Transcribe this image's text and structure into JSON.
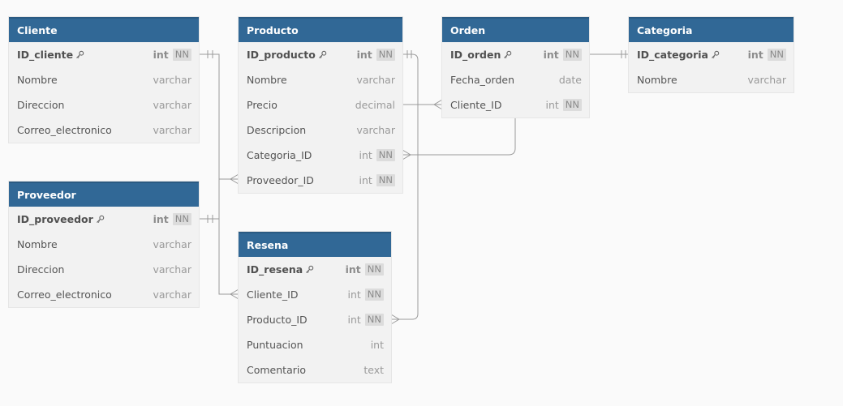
{
  "tables": {
    "cliente": {
      "name": "Cliente",
      "fields": [
        {
          "name": "ID_cliente",
          "type": "int",
          "nn": "NN",
          "pk": true
        },
        {
          "name": "Nombre",
          "type": "varchar"
        },
        {
          "name": "Direccion",
          "type": "varchar"
        },
        {
          "name": "Correo_electronico",
          "type": "varchar"
        }
      ]
    },
    "producto": {
      "name": "Producto",
      "fields": [
        {
          "name": "ID_producto",
          "type": "int",
          "nn": "NN",
          "pk": true
        },
        {
          "name": "Nombre",
          "type": "varchar"
        },
        {
          "name": "Precio",
          "type": "decimal"
        },
        {
          "name": "Descripcion",
          "type": "varchar"
        },
        {
          "name": "Categoria_ID",
          "type": "int",
          "nn": "NN"
        },
        {
          "name": "Proveedor_ID",
          "type": "int",
          "nn": "NN"
        }
      ]
    },
    "orden": {
      "name": "Orden",
      "fields": [
        {
          "name": "ID_orden",
          "type": "int",
          "nn": "NN",
          "pk": true
        },
        {
          "name": "Fecha_orden",
          "type": "date"
        },
        {
          "name": "Cliente_ID",
          "type": "int",
          "nn": "NN"
        }
      ]
    },
    "categoria": {
      "name": "Categoria",
      "fields": [
        {
          "name": "ID_categoria",
          "type": "int",
          "nn": "NN",
          "pk": true
        },
        {
          "name": "Nombre",
          "type": "varchar"
        }
      ]
    },
    "proveedor": {
      "name": "Proveedor",
      "fields": [
        {
          "name": "ID_proveedor",
          "type": "int",
          "nn": "NN",
          "pk": true
        },
        {
          "name": "Nombre",
          "type": "varchar"
        },
        {
          "name": "Direccion",
          "type": "varchar"
        },
        {
          "name": "Correo_electronico",
          "type": "varchar"
        }
      ]
    },
    "resena": {
      "name": "Resena",
      "fields": [
        {
          "name": "ID_resena",
          "type": "int",
          "nn": "NN",
          "pk": true
        },
        {
          "name": "Cliente_ID",
          "type": "int",
          "nn": "NN"
        },
        {
          "name": "Producto_ID",
          "type": "int",
          "nn": "NN"
        },
        {
          "name": "Puntuacion",
          "type": "int"
        },
        {
          "name": "Comentario",
          "type": "text"
        }
      ]
    }
  },
  "relationships": [
    {
      "from": "Cliente.ID_cliente",
      "to": "Resena.Cliente_ID",
      "cardinality": "one-to-many"
    },
    {
      "from": "Proveedor.ID_proveedor",
      "to": "Producto.Proveedor_ID",
      "cardinality": "one-to-many"
    },
    {
      "from": "Producto.ID_producto",
      "to": "Resena.Producto_ID",
      "cardinality": "one-to-many"
    },
    {
      "from": "Producto.Precio",
      "to": "Orden.Cliente_ID",
      "cardinality": "one-to-many"
    },
    {
      "from": "Orden.Cliente_ID",
      "to": "Producto.Categoria_ID",
      "cardinality": "one-to-many"
    },
    {
      "from": "Orden.ID_orden",
      "to": "Categoria.ID_categoria",
      "cardinality": "one-to-one"
    }
  ],
  "colors": {
    "header": "#316896",
    "body": "#f2f2f2",
    "connector": "#9a9a9a",
    "nn_badge": "#dcdcdc"
  },
  "icons": {
    "primary_key": "key-icon"
  }
}
